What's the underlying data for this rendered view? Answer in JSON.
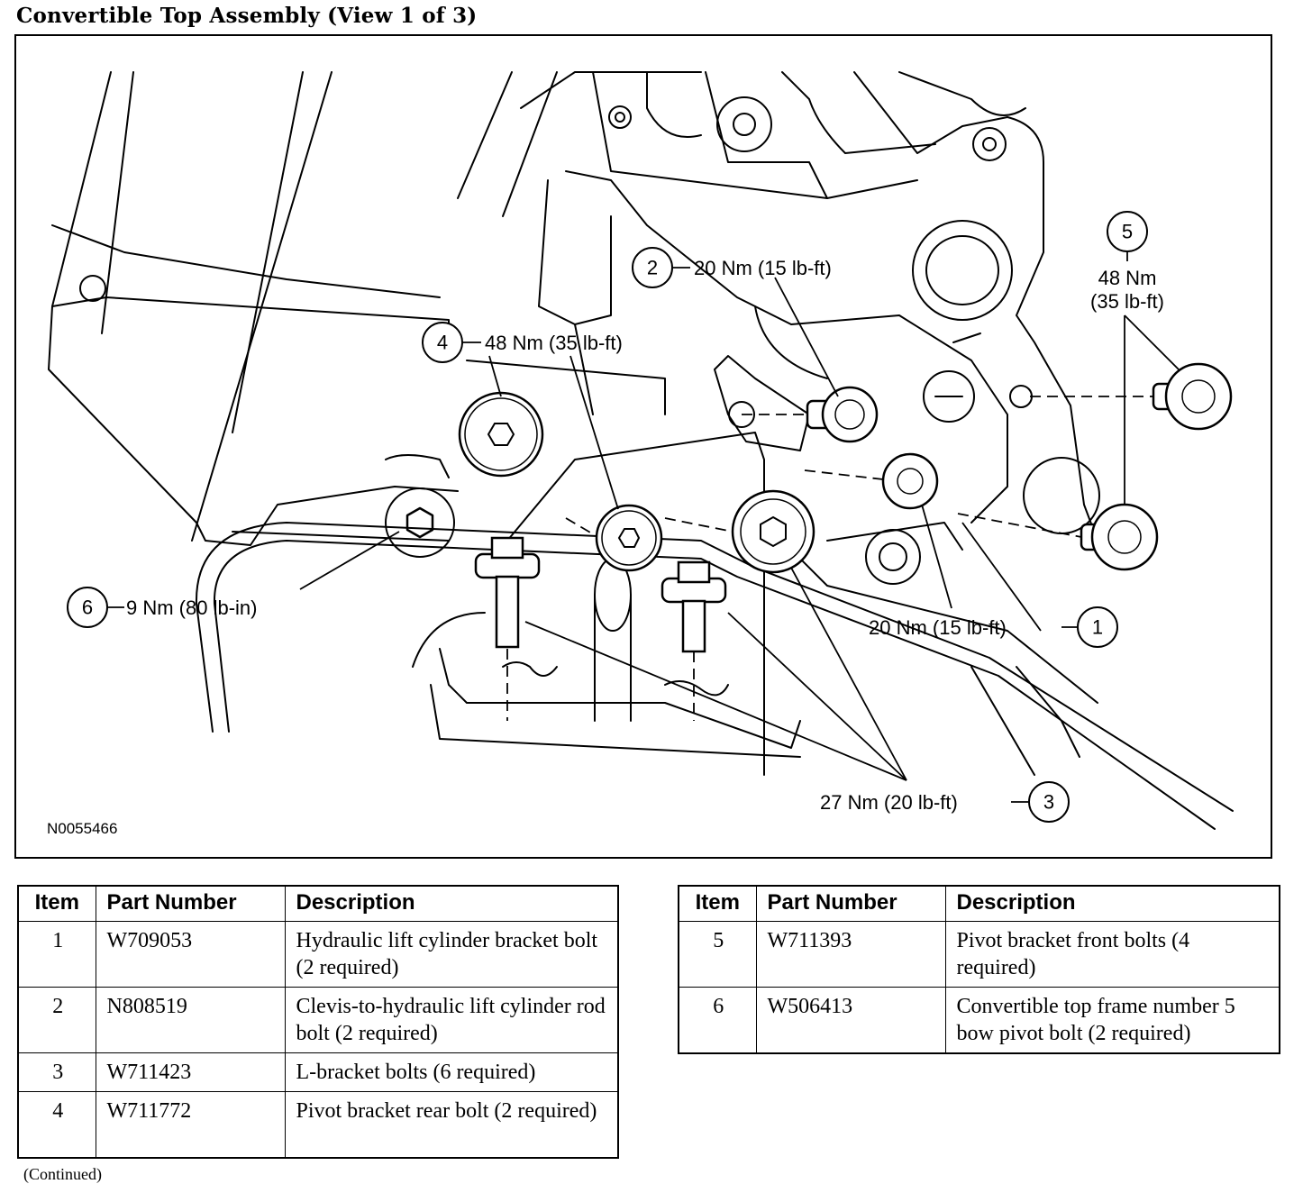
{
  "title": "Convertible Top Assembly (View 1 of 3)",
  "figure": {
    "figure_id": "N0055466",
    "callouts": [
      {
        "number": "1",
        "torque": "20 Nm (15 lb-ft)"
      },
      {
        "number": "2",
        "torque": "20 Nm (15 lb-ft)"
      },
      {
        "number": "3",
        "torque": "27 Nm (20 lb-ft)"
      },
      {
        "number": "4",
        "torque": "48 Nm (35 lb-ft)"
      },
      {
        "number": "5",
        "torque_line1": "48 Nm",
        "torque_line2": "(35 lb-ft)"
      },
      {
        "number": "6",
        "torque": "9 Nm (80 lb-in)"
      }
    ]
  },
  "table_headers": [
    "Item",
    "Part Number",
    "Description"
  ],
  "tables": [
    {
      "rows": [
        [
          "1",
          "W709053",
          "Hydraulic lift cylinder bracket bolt (2 required)"
        ],
        [
          "2",
          "N808519",
          "Clevis-to-hydraulic lift cylinder rod bolt (2 required)"
        ],
        [
          "3",
          "W711423",
          "L-bracket bolts (6 required)"
        ],
        [
          "4",
          "W711772",
          "Pivot bracket rear bolt (2 required)"
        ]
      ]
    },
    {
      "rows": [
        [
          "5",
          "W711393",
          "Pivot bracket front bolts (4 required)"
        ],
        [
          "6",
          "W506413",
          "Convertible top frame number 5 bow pivot bolt (2 required)"
        ]
      ]
    }
  ],
  "footnote": "(Continued)"
}
